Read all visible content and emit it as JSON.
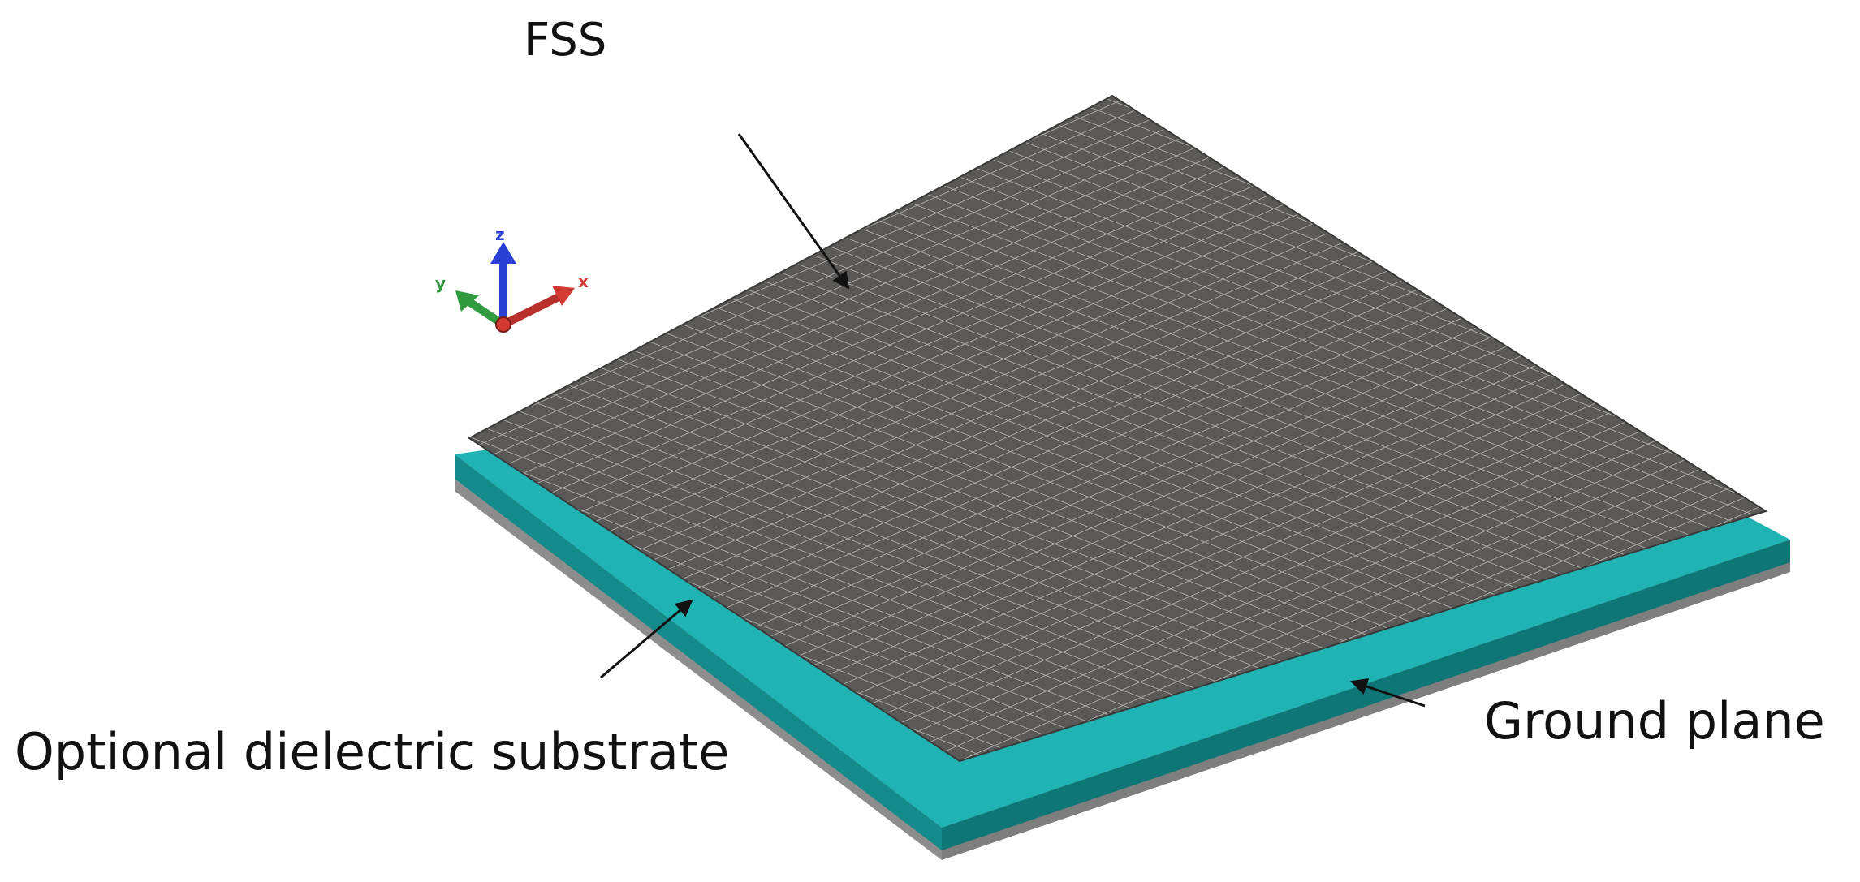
{
  "labels": {
    "fss": "FSS",
    "substrate": "Optional dielectric substrate",
    "ground": "Ground plane"
  },
  "axes": {
    "x": "x",
    "y": "y",
    "z": "z"
  },
  "colors": {
    "fss_sheet": "#4a4948",
    "fss_grid": "#b3b1ac",
    "substrate_top": "#1fb3b3",
    "substrate_front": "#148a8a",
    "ground": "#9a9a9a",
    "axis_x": "#d43a34",
    "axis_y": "#2f9a3e",
    "axis_z": "#2a3fd6"
  }
}
